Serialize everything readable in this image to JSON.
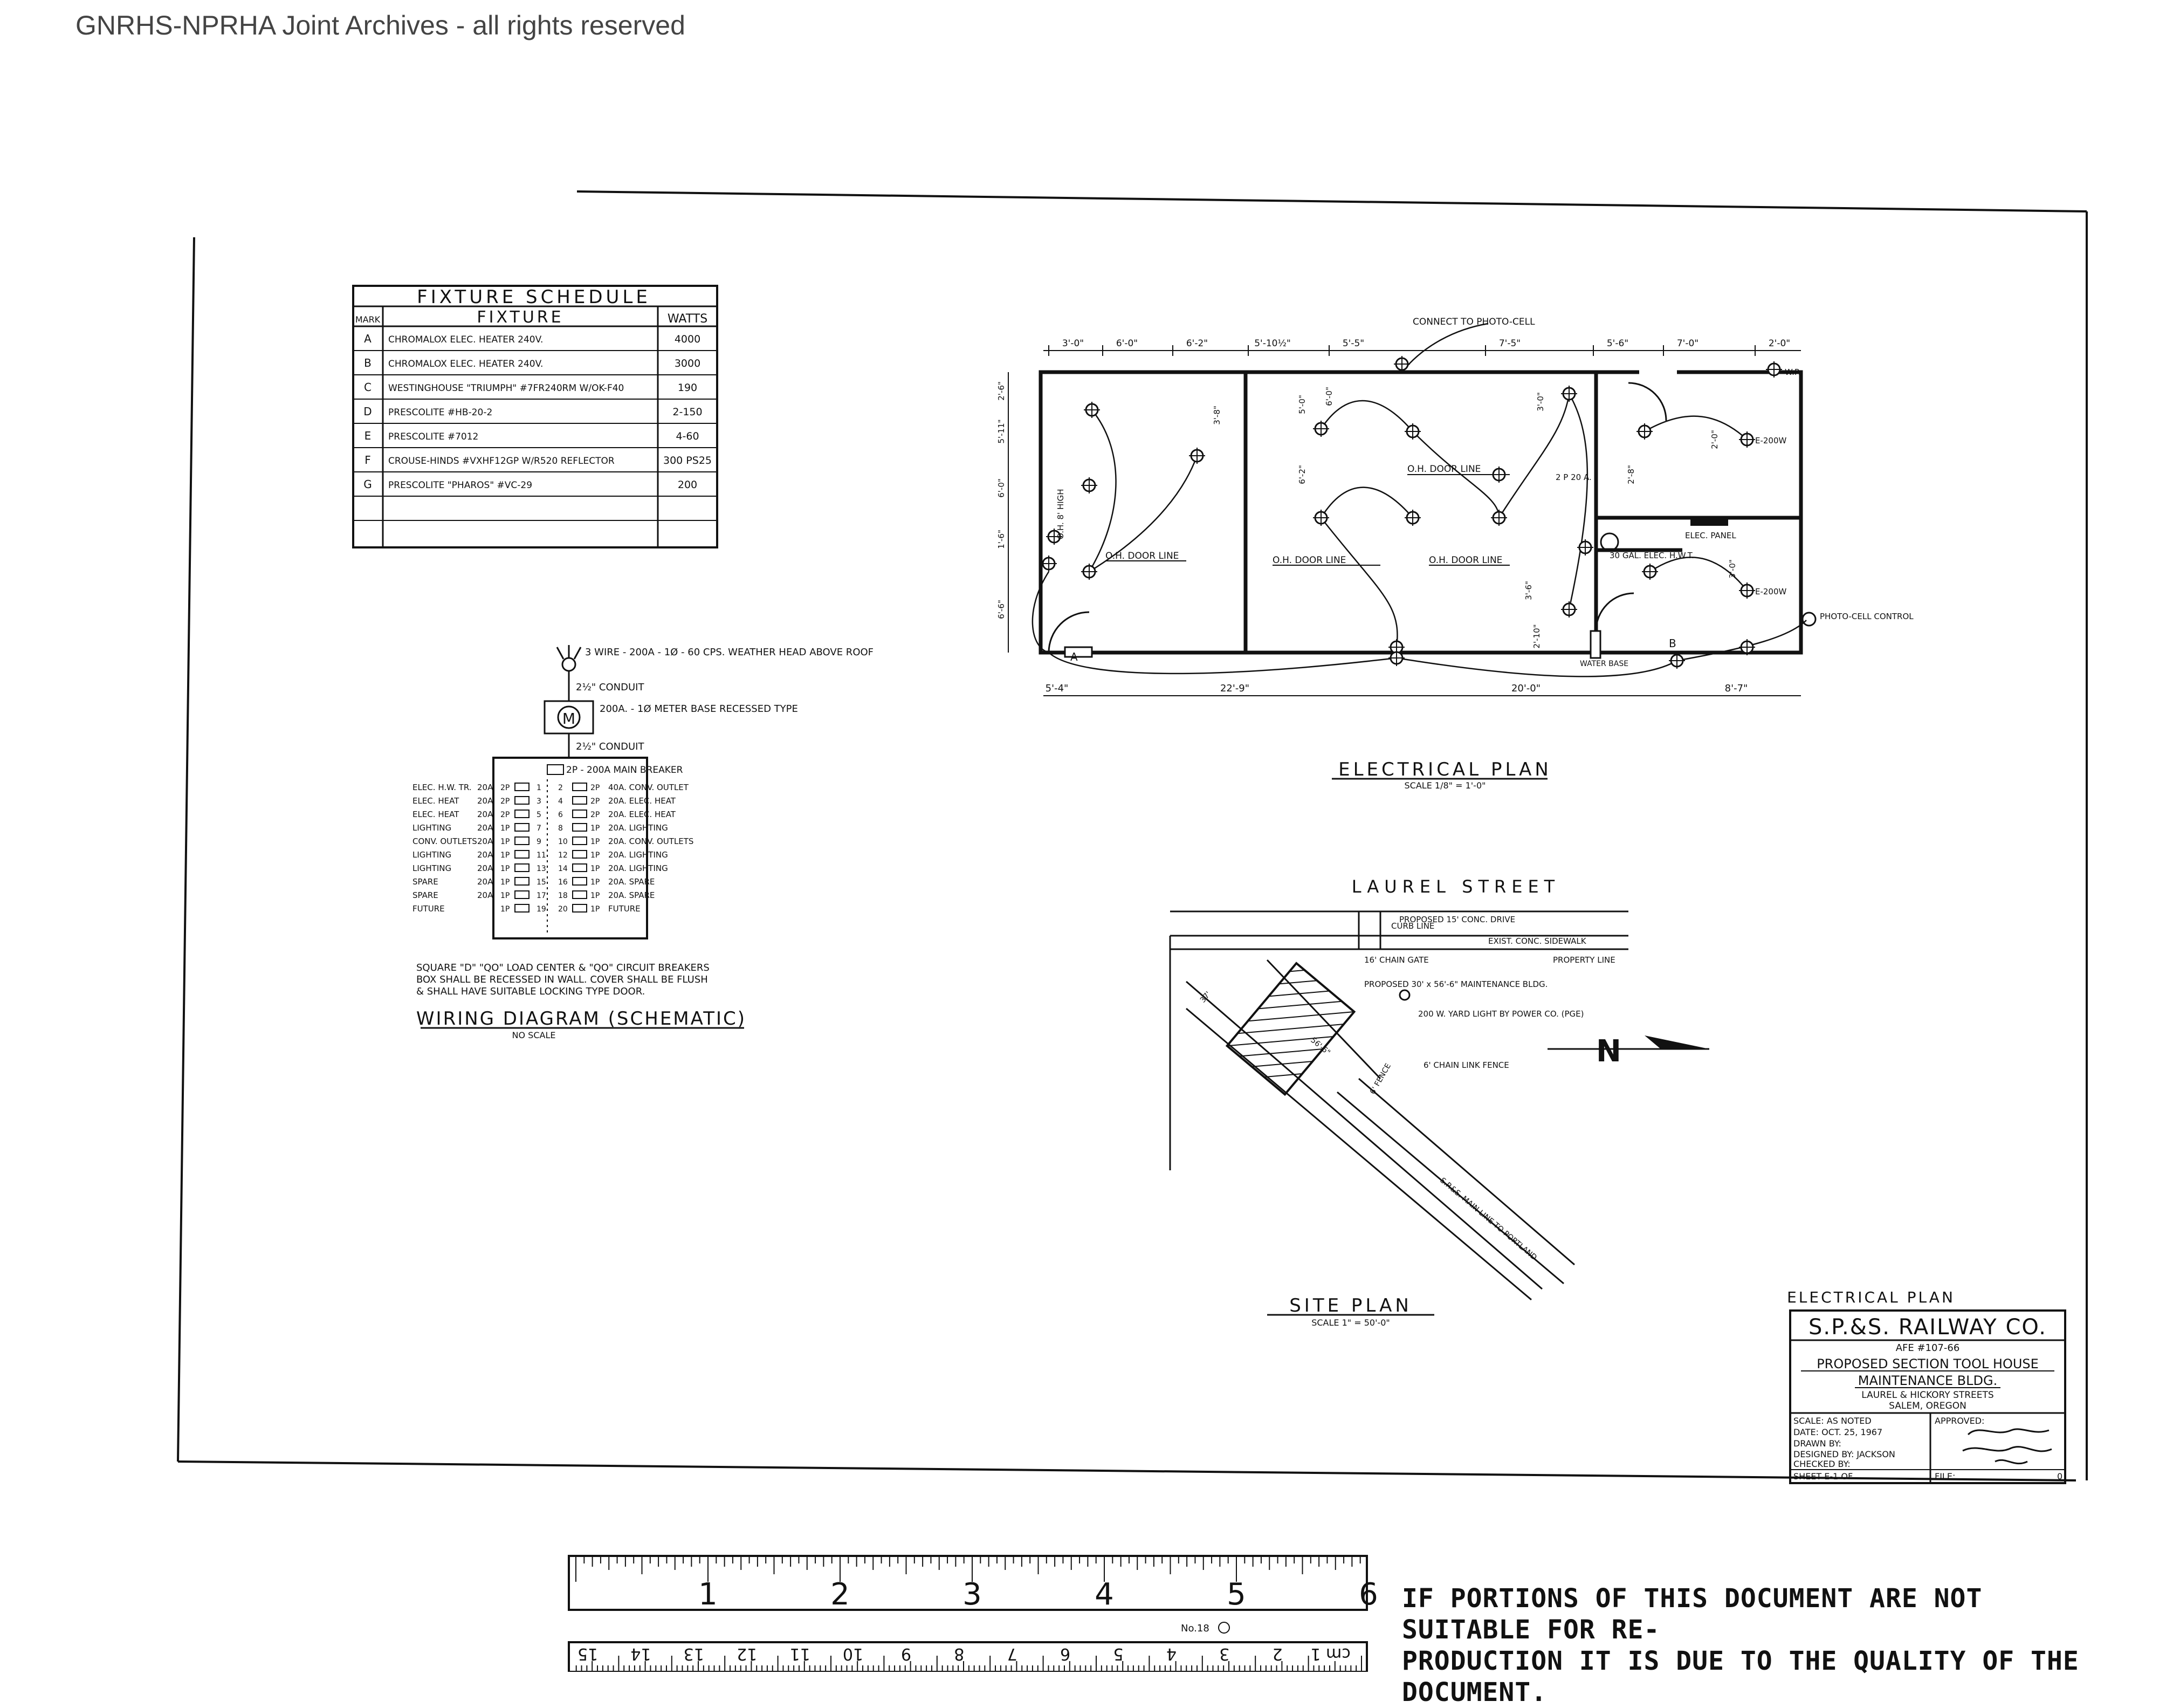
{
  "watermark": "GNRHS-NPRHA Joint Archives - all rights reserved",
  "fixture_schedule": {
    "title": "FIXTURE SCHEDULE",
    "col_mark": "MARK",
    "col_fixture": "FIXTURE",
    "col_watts": "WATTS",
    "rows": [
      {
        "mark": "A",
        "fixture": "CHROMALOX ELEC. HEATER 240V.",
        "watts": "4000"
      },
      {
        "mark": "B",
        "fixture": "CHROMALOX ELEC. HEATER 240V.",
        "watts": "3000"
      },
      {
        "mark": "C",
        "fixture": "WESTINGHOUSE \"TRIUMPH\" #7FR240RM W/OK-F40",
        "watts": "190"
      },
      {
        "mark": "D",
        "fixture": "PRESCOLITE #HB-20-2",
        "watts": "2-150"
      },
      {
        "mark": "E",
        "fixture": "PRESCOLITE #7012",
        "watts": "4-60"
      },
      {
        "mark": "F",
        "fixture": "CROUSE-HINDS #VXHF12GP W/R520 REFLECTOR",
        "watts": "300 PS25"
      },
      {
        "mark": "G",
        "fixture": "PRESCOLITE \"PHAROS\" #VC-29",
        "watts": "200"
      }
    ]
  },
  "wiring": {
    "service": "3 WIRE - 200A - 1Ø - 60 CPS. WEATHER HEAD ABOVE ROOF",
    "conduit1": "2½\" CONDUIT",
    "meter_symbol": "M",
    "meter": "200A. - 1Ø METER BASE RECESSED TYPE",
    "conduit2": "2½\" CONDUIT",
    "main_breaker": "2P - 200A MAIN BREAKER",
    "circuits_left": [
      {
        "label": "ELEC. H.W. TR.",
        "amp": "20A",
        "pole": "2P",
        "num": "1"
      },
      {
        "label": "ELEC. HEAT",
        "amp": "20A",
        "pole": "2P",
        "num": "3"
      },
      {
        "label": "ELEC. HEAT",
        "amp": "20A",
        "pole": "2P",
        "num": "5"
      },
      {
        "label": "LIGHTING",
        "amp": "20A",
        "pole": "1P",
        "num": "7"
      },
      {
        "label": "CONV. OUTLETS",
        "amp": "20A",
        "pole": "1P",
        "num": "9"
      },
      {
        "label": "LIGHTING",
        "amp": "20A",
        "pole": "1P",
        "num": "11"
      },
      {
        "label": "LIGHTING",
        "amp": "20A",
        "pole": "1P",
        "num": "13"
      },
      {
        "label": "SPARE",
        "amp": "20A",
        "pole": "1P",
        "num": "15"
      },
      {
        "label": "SPARE",
        "amp": "20A",
        "pole": "1P",
        "num": "17"
      },
      {
        "label": "FUTURE",
        "amp": "",
        "pole": "1P",
        "num": "19"
      }
    ],
    "circuits_right": [
      {
        "num": "2",
        "pole": "2P",
        "label": "40A. CONV. OUTLET"
      },
      {
        "num": "4",
        "pole": "2P",
        "label": "20A. ELEC. HEAT"
      },
      {
        "num": "6",
        "pole": "2P",
        "label": "20A. ELEC. HEAT"
      },
      {
        "num": "8",
        "pole": "1P",
        "label": "20A. LIGHTING"
      },
      {
        "num": "10",
        "pole": "1P",
        "label": "20A. CONV. OUTLETS"
      },
      {
        "num": "12",
        "pole": "1P",
        "label": "20A. LIGHTING"
      },
      {
        "num": "14",
        "pole": "1P",
        "label": "20A. LIGHTING"
      },
      {
        "num": "16",
        "pole": "1P",
        "label": "20A. SPARE"
      },
      {
        "num": "18",
        "pole": "1P",
        "label": "20A. SPARE"
      },
      {
        "num": "20",
        "pole": "1P",
        "label": "FUTURE"
      }
    ],
    "note_lines": [
      "SQUARE \"D\" \"QO\" LOAD CENTER & \"QO\" CIRCUIT BREAKERS",
      "BOX SHALL BE RECESSED IN WALL. COVER SHALL BE FLUSH",
      "& SHALL HAVE SUITABLE LOCKING TYPE DOOR."
    ],
    "title": "WIRING DIAGRAM (SCHEMATIC)",
    "scale": "NO SCALE"
  },
  "electrical_plan": {
    "title": "ELECTRICAL PLAN",
    "scale": "SCALE 1/8\" = 1'-0\"",
    "top_dims": [
      "3'-0\"",
      "6'-0\"",
      "6'-2\"",
      "5'-10½\"",
      "5'-5\"",
      "7'-5\"",
      "5'-6\"",
      "7'-0\"",
      "2'-0\""
    ],
    "bottom_dims": [
      "5'-4\"",
      "22'-9\"",
      "20'-0\"",
      "8'-7\""
    ],
    "side_dims": [
      "2'-6\"",
      "5'-11\"",
      "6'-0\"",
      "1'-6\"",
      "6'-6\""
    ],
    "inner_dims": [
      "3'-8\"",
      "5'-0\"",
      "6'-0\"",
      "6'-2\"",
      "3'-0\"",
      "2'-8\"",
      "2'-0\"",
      "3'-0\"",
      "3'-6\"",
      "2'-10\""
    ],
    "labels": {
      "photo_cell_top": "CONNECT TO PHOTO-CELL",
      "door_line_1": "O.H. DOOR LINE",
      "door_line_2": "O.H. DOOR LINE",
      "door_line_3": "O.H. DOOR LINE",
      "door_line_4": "O.H. DOOR LINE",
      "side_note": "O.H. 8' HIGH",
      "breaker": "2 P 20 A.",
      "heater": "30 GAL. ELEC. H.W.T.",
      "panel": "ELEC. PANEL",
      "wp": "W.P.",
      "e200w_1": "E-200W",
      "e200w_2": "E-200W",
      "photo_cell_right": "PHOTO-CELL CONTROL",
      "water_base": "WATER BASE",
      "mark_a": "A",
      "mark_b": "B"
    }
  },
  "site_plan": {
    "street": "LAUREL STREET",
    "curb": "CURB LINE",
    "drive": "PROPOSED 15' CONC. DRIVE",
    "sidewalk": "EXIST. CONC. SIDEWALK",
    "property": "PROPERTY LINE",
    "gate": "16' CHAIN GATE",
    "building": "PROPOSED 30' x 56'-6\" MAINTENANCE BLDG.",
    "yard_light": "200 W. YARD LIGHT BY POWER CO. (PGE)",
    "fence": "6' CHAIN LINK FENCE",
    "fence2": "6' FENCE",
    "tracks": "S.P.&S. MAIN LINE TO PORTLAND",
    "dim_a": "56'-6\"",
    "dim_b": "37'",
    "north": "N",
    "title": "SITE PLAN",
    "scale": "SCALE 1\" = 50'-0\""
  },
  "title_block": {
    "header": "ELECTRICAL PLAN",
    "company": "S.P.&S. RAILWAY CO.",
    "afe": "AFE #107-66",
    "project_lines": [
      "PROPOSED SECTION TOOL HOUSE",
      "MAINTENANCE BLDG."
    ],
    "location_lines": [
      "LAUREL & HICKORY STREETS",
      "SALEM, OREGON"
    ],
    "scale": "SCALE: AS NOTED",
    "date": "DATE: OCT. 25, 1967",
    "drawn": "DRAWN BY:",
    "designed": "DESIGNED BY: JACKSON",
    "checked": "CHECKED BY:",
    "sheet": "SHEET E-1 OF",
    "approved": "APPROVED:",
    "file": "FILE:",
    "file_no": "0"
  },
  "ruler": {
    "inch_labels": [
      "1",
      "2",
      "3",
      "4",
      "5",
      "6"
    ],
    "cm_labels": [
      "15",
      "14",
      "13",
      "12",
      "11",
      "10",
      "9",
      "8",
      "7",
      "6",
      "5",
      "4",
      "3",
      "2",
      "cm 1"
    ],
    "product": "No.18"
  },
  "notice_lines": [
    "IF PORTIONS OF THIS DOCUMENT ARE NOT SUITABLE FOR RE-",
    "PRODUCTION IT IS DUE TO THE QUALITY OF THE DOCUMENT."
  ]
}
